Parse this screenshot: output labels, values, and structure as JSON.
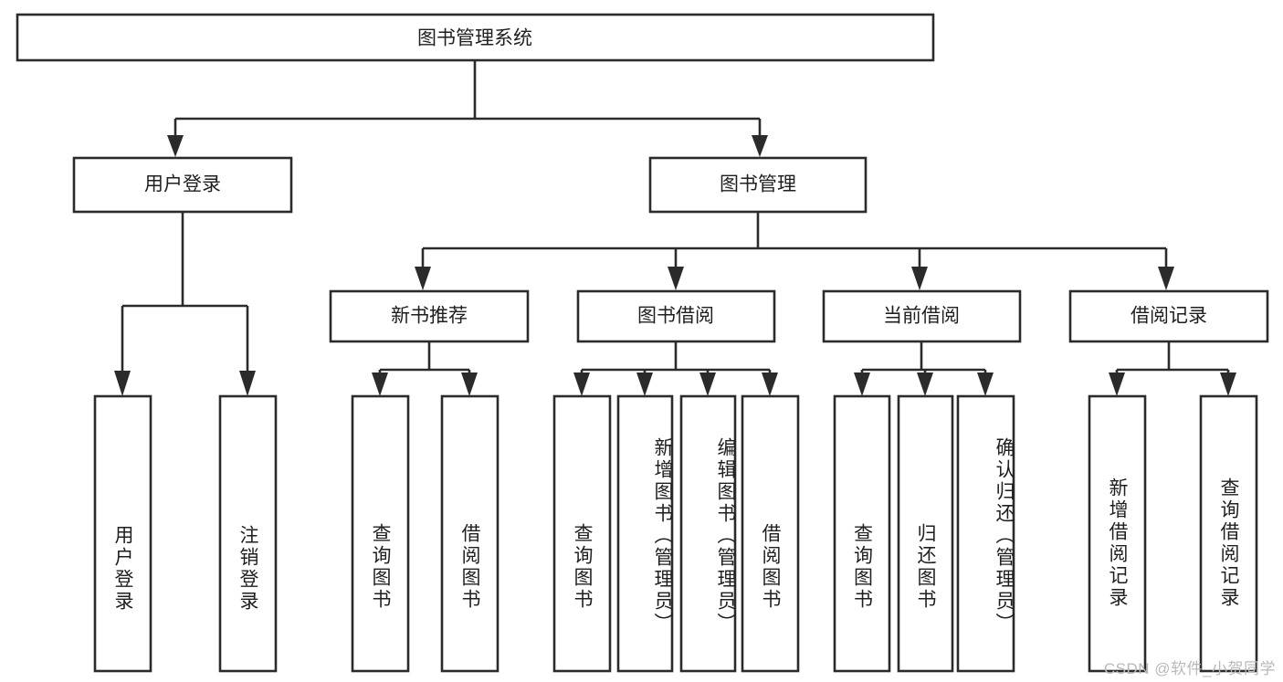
{
  "diagram": {
    "title": "图书管理系统",
    "type": "tree-hierarchy-diagram",
    "colors": {
      "box_stroke": "#2b2b2b",
      "box_fill": "#ffffff",
      "text": "#1f1f1f",
      "background": "#ffffff",
      "watermark": "#b9b9b9"
    },
    "root": {
      "label": "图书管理系统"
    },
    "level1": [
      {
        "label": "用户登录"
      },
      {
        "label": "图书管理"
      }
    ],
    "level2": [
      {
        "label": "新书推荐"
      },
      {
        "label": "图书借阅"
      },
      {
        "label": "当前借阅"
      },
      {
        "label": "借阅记录"
      }
    ],
    "leaves": {
      "user_login": [
        {
          "label": "用户登录"
        },
        {
          "label": "注销登录"
        }
      ],
      "new_book_recommend": [
        {
          "label": "查询图书"
        },
        {
          "label": "借阅图书"
        }
      ],
      "book_borrow": [
        {
          "label": "查询图书"
        },
        {
          "label": "新增图书（管理员）"
        },
        {
          "label": "编辑图书（管理员）"
        },
        {
          "label": "借阅图书"
        }
      ],
      "current_borrow": [
        {
          "label": "查询图书"
        },
        {
          "label": "归还图书"
        },
        {
          "label": "确认归还（管理员）"
        }
      ],
      "borrow_record": [
        {
          "label": "新增借阅记录"
        },
        {
          "label": "查询借阅记录"
        }
      ]
    },
    "watermark": "CSDN @软件_小贺同学"
  }
}
